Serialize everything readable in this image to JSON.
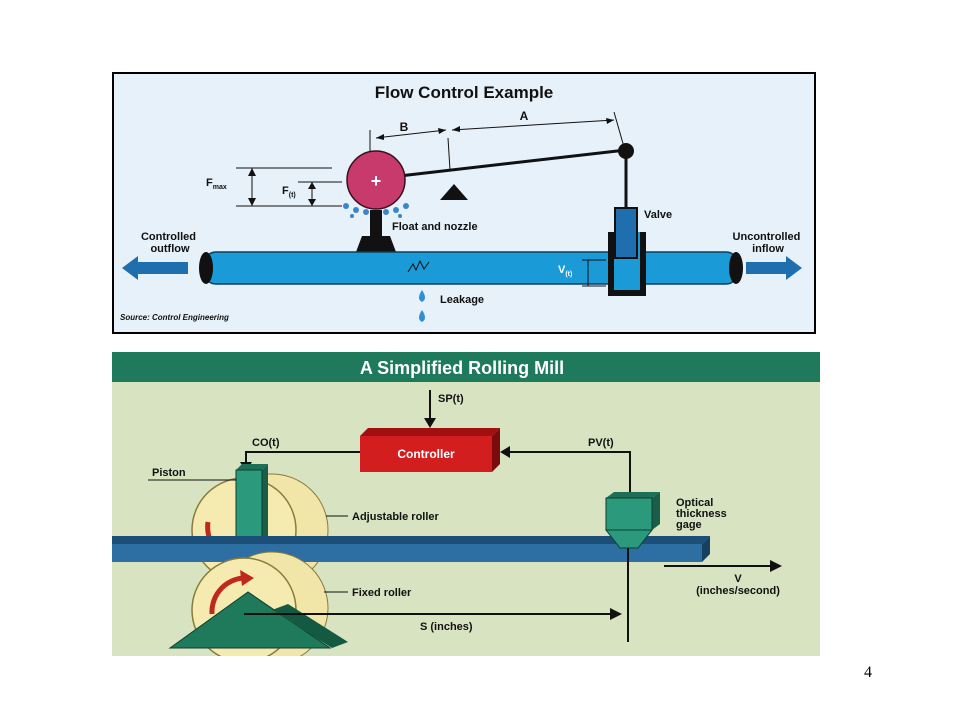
{
  "page_number": "4",
  "flow_control": {
    "title": "Flow Control Example",
    "label_b": "B",
    "label_a": "A",
    "f_max": "F",
    "f_max_sub": "max",
    "f_t": "F",
    "f_t_sub": "(t)",
    "float_and_nozzle": "Float and nozzle",
    "valve": "Valve",
    "controlled_outflow_1": "Controlled",
    "controlled_outflow_2": "outflow",
    "uncontrolled_inflow_1": "Uncontrolled",
    "uncontrolled_inflow_2": "inflow",
    "v_t": "V",
    "v_t_sub": "(t)",
    "leakage": "Leakage",
    "source": "Source: Control Engineering",
    "colors": {
      "border": "#000000",
      "background": "#e6f1fa",
      "pipe": "#1a9ad6",
      "float": "#c83a6b",
      "arrow": "#1f6fae"
    }
  },
  "rolling_mill": {
    "title": "A Simplified Rolling Mill",
    "sp": "SP(t)",
    "controller": "Controller",
    "co": "CO(t)",
    "pv": "PV(t)",
    "piston": "Piston",
    "adjustable_roller": "Adjustable roller",
    "optical_1": "Optical",
    "optical_2": "thickness",
    "optical_3": "gage",
    "fixed_roller": "Fixed roller",
    "v": "V",
    "v_units": "(inches/second)",
    "s": "S (inches)",
    "colors": {
      "banner": "#1e7a5a",
      "background": "#d8e3c2",
      "controller": "#d21e1e",
      "sheet": "#2e6fa3",
      "roller": "#f5ebb0",
      "piston": "#2b9a7c"
    }
  }
}
